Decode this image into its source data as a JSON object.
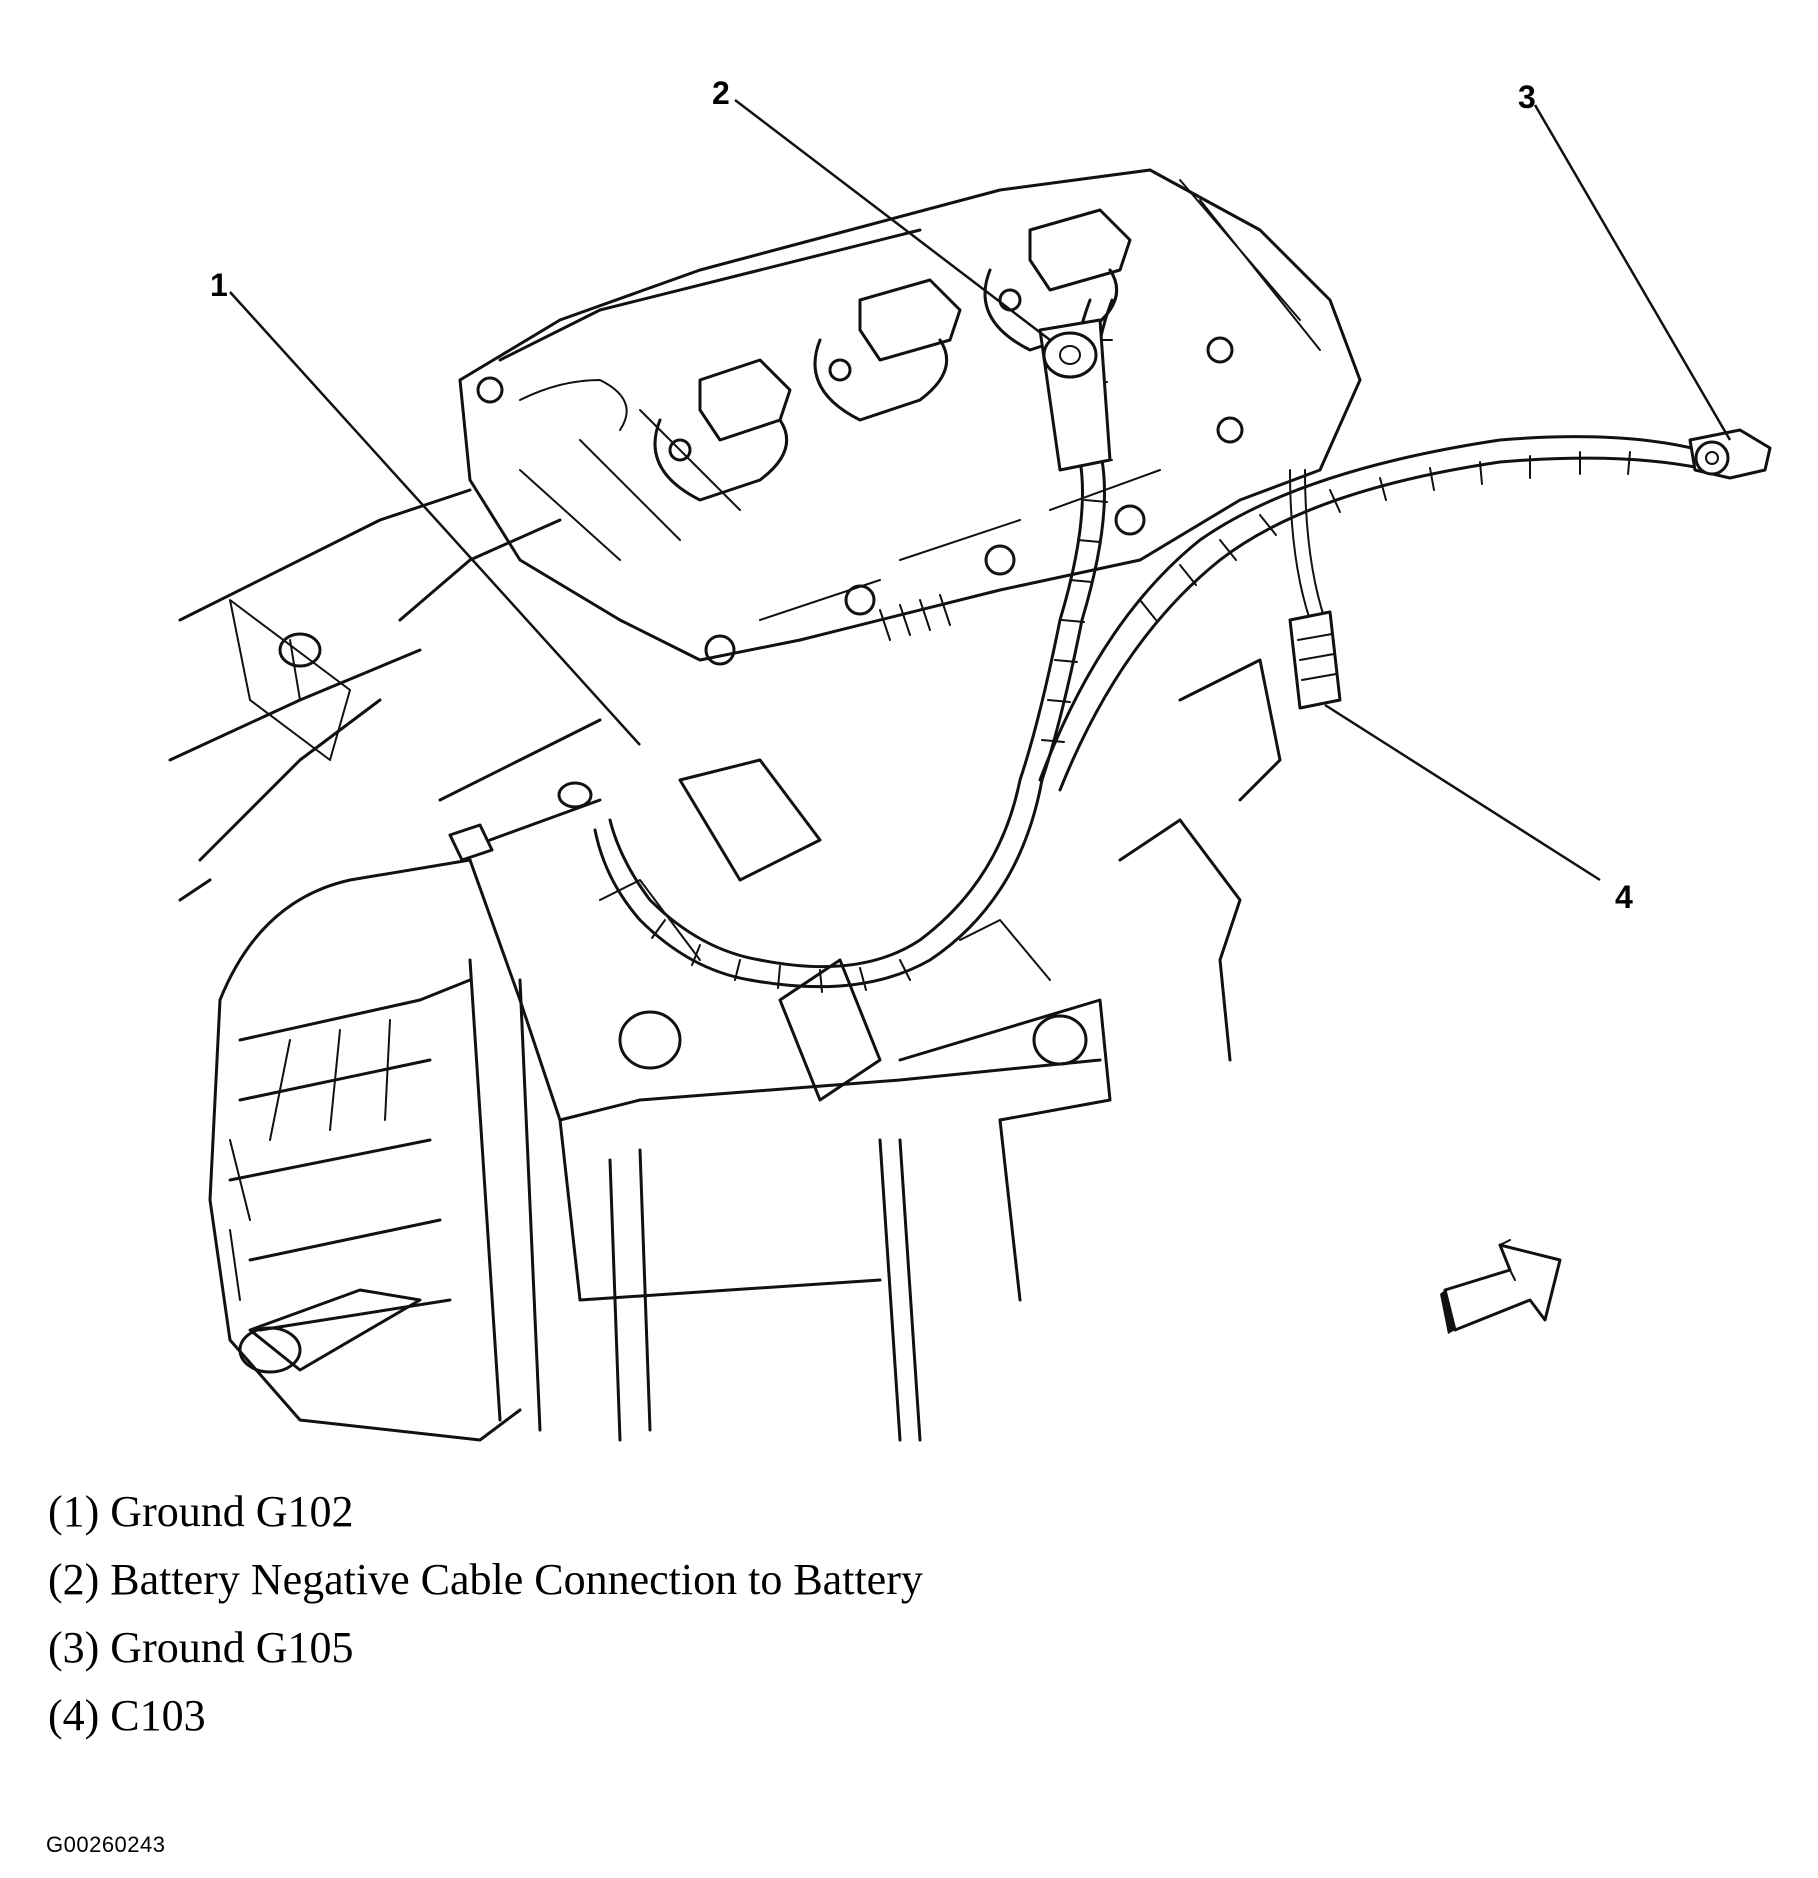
{
  "callouts": {
    "c1": "1",
    "c2": "2",
    "c3": "3",
    "c4": "4"
  },
  "legend": [
    "(1) Ground G102",
    "(2) Battery Negative Cable Connection to Battery",
    "(3) Ground G105",
    "(4) C103"
  ],
  "figure_id": "G00260243"
}
